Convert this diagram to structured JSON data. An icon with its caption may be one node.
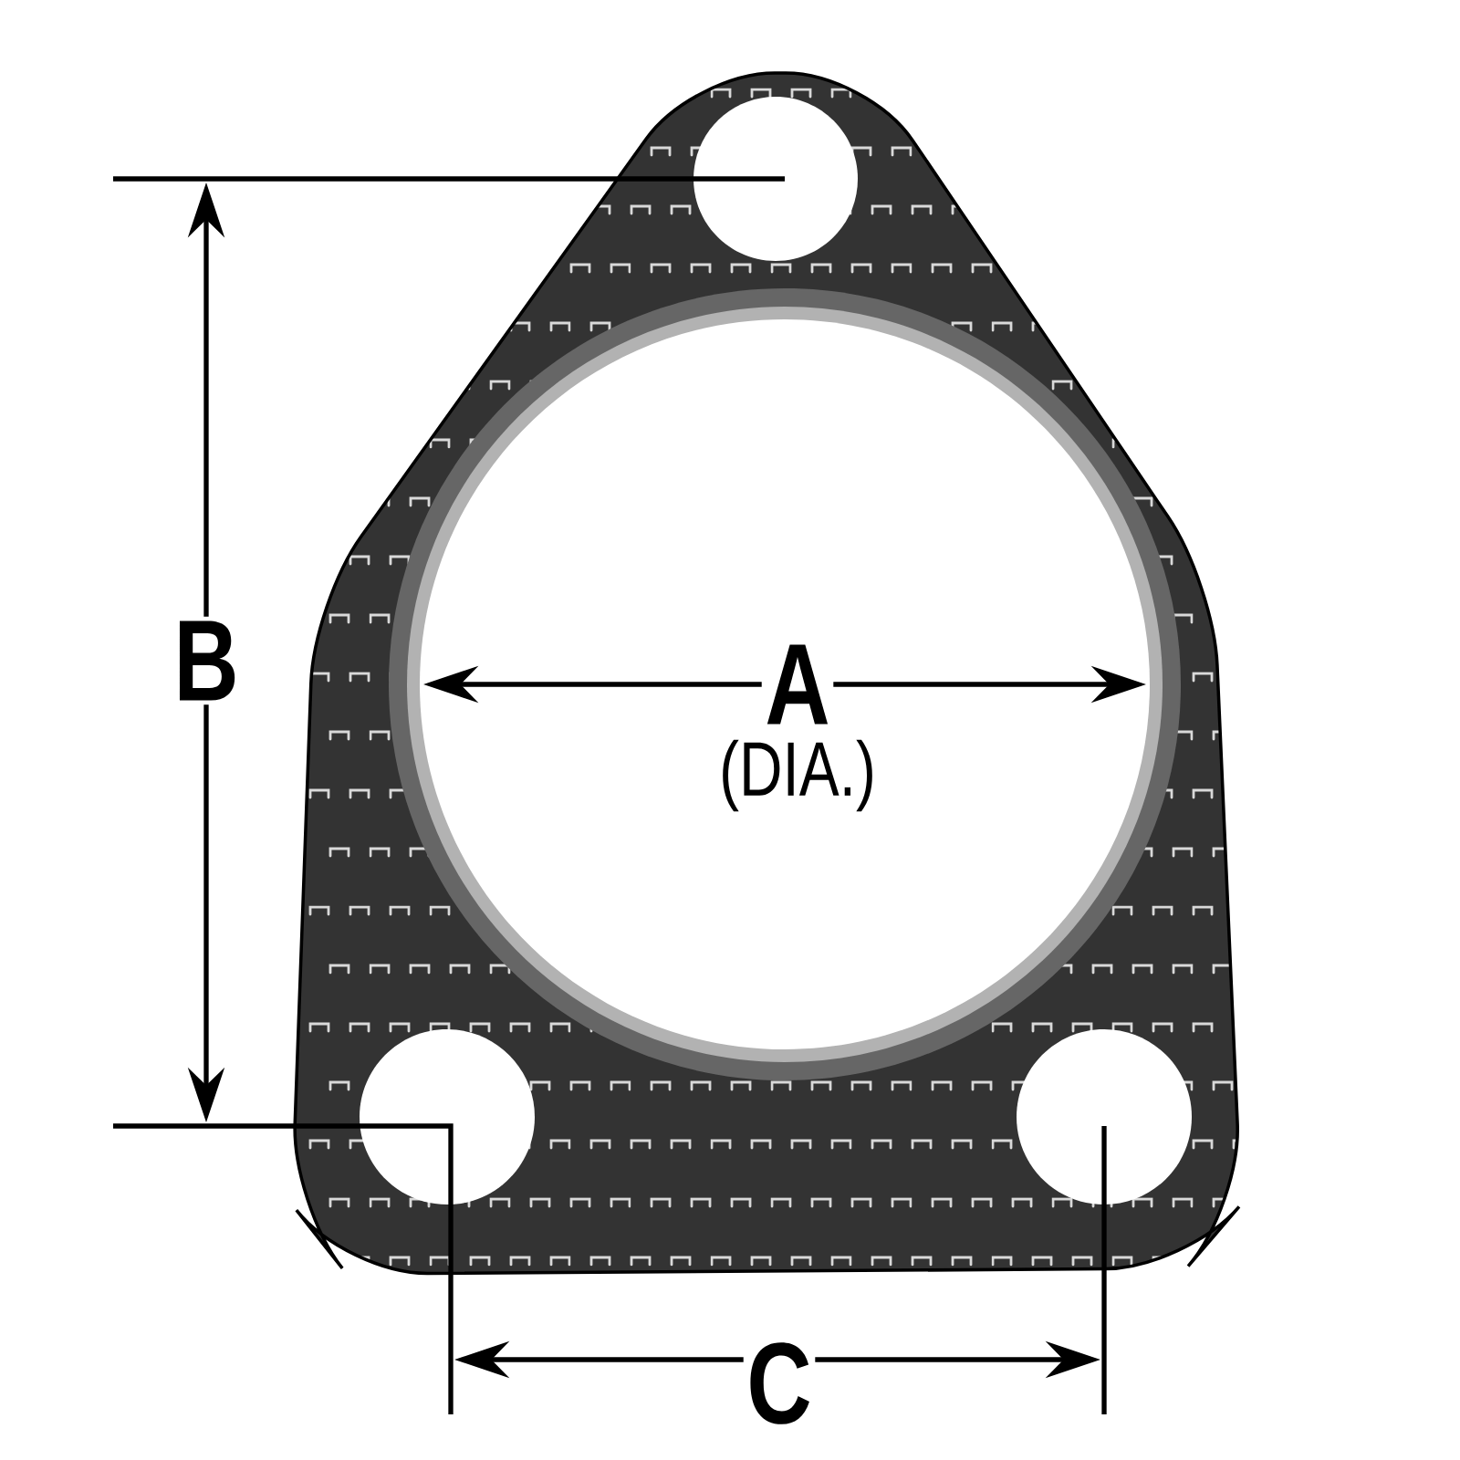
{
  "diagram": {
    "labels": [
      "B",
      "A",
      "(DIA.)",
      "C"
    ]
  }
}
